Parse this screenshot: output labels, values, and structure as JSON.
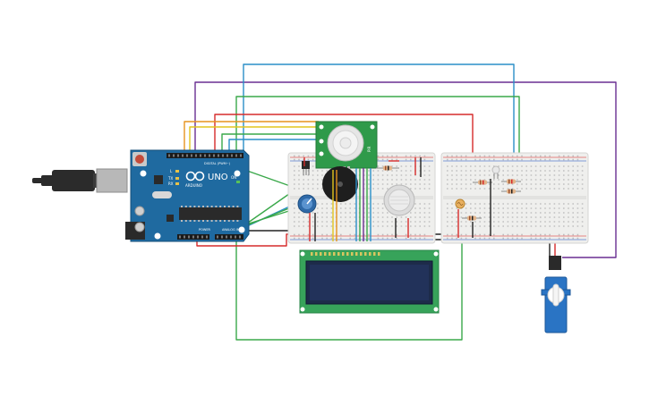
{
  "arduino": {
    "brand": "ARDUINO",
    "model": "UNO",
    "reset_label": "RESET",
    "digital_label": "DIGITAL (PWM~)",
    "power_label": "POWER",
    "analog_label": "ANALOG IN",
    "tx_label": "TX",
    "rx_label": "RX",
    "l_label": "L",
    "on_label": "ON"
  },
  "pir": {
    "label": "PIR"
  },
  "colors": {
    "board": "#1f6aa0",
    "breadboard": "#f1f1ef",
    "lcd_pcb": "#37a35a",
    "lcd_screen": "#1d2b4a",
    "pir_pcb": "#2f9a4a",
    "servo": "#2a74c4",
    "wire_red": "#d62b2b",
    "wire_green": "#3aa84a",
    "wire_blue": "#2a8fc8",
    "wire_purple": "#6a2f92",
    "wire_orange": "#e6931e",
    "wire_yellow": "#e2c51f",
    "wire_black": "#222222"
  }
}
